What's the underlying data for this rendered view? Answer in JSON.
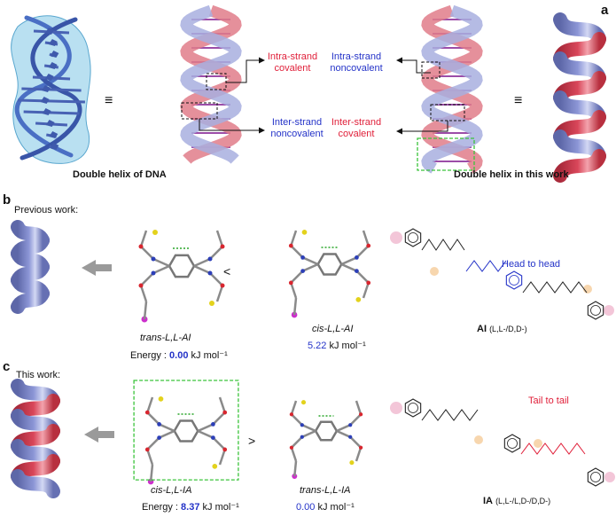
{
  "panels": {
    "a": {
      "letter": "a",
      "equiv_1": "≡",
      "equiv_2": "≡",
      "dna_caption": "Double helix of DNA",
      "work_caption": "Double helix in this work",
      "left_labels": {
        "intra": "Intra-strand\ncovalent",
        "inter": "Inter-strand\nnoncovalent"
      },
      "right_labels": {
        "intra": "Intra-strand\nnoncovalent",
        "inter": "Inter-strand\ncovalent"
      }
    },
    "b": {
      "letter": "b",
      "heading": "Previous work:",
      "compare": "<",
      "mol1_name": "trans-L,L-AI",
      "mol1_energy_prefix": "Energy : ",
      "mol1_energy_value": "0.00",
      "mol1_energy_unit": "kJ mol⁻¹",
      "mol2_name": "cis-L,L-AI",
      "mol2_energy_value": "5.22",
      "mol2_energy_unit": "kJ mol⁻¹",
      "structure_title": "Head to head",
      "structure_label": "AI",
      "structure_stereo": "(L,L-/D,D-)"
    },
    "c": {
      "letter": "c",
      "heading": "This work:",
      "compare": ">",
      "mol1_name": "cis-L,L-IA",
      "mol1_energy_prefix": "Energy : ",
      "mol1_energy_value": "8.37",
      "mol1_energy_unit": "kJ mol⁻¹",
      "mol2_name": "trans-L,L-IA",
      "mol2_energy_value": "0.00",
      "mol2_energy_unit": "kJ mol⁻¹",
      "structure_title": "Tail to tail",
      "structure_label": "IA",
      "structure_stereo": "(L,L-/L,D-/D,D-)"
    }
  },
  "colors": {
    "red_strand": "#d9475a",
    "blue_strand": "#8c96d6",
    "dna_blue": "#4a6fc4",
    "dna_surface": "#7fc6e6",
    "callout_red": "#e0203a",
    "callout_blue": "#2433c8",
    "highlight_box": "#3ac43a"
  }
}
